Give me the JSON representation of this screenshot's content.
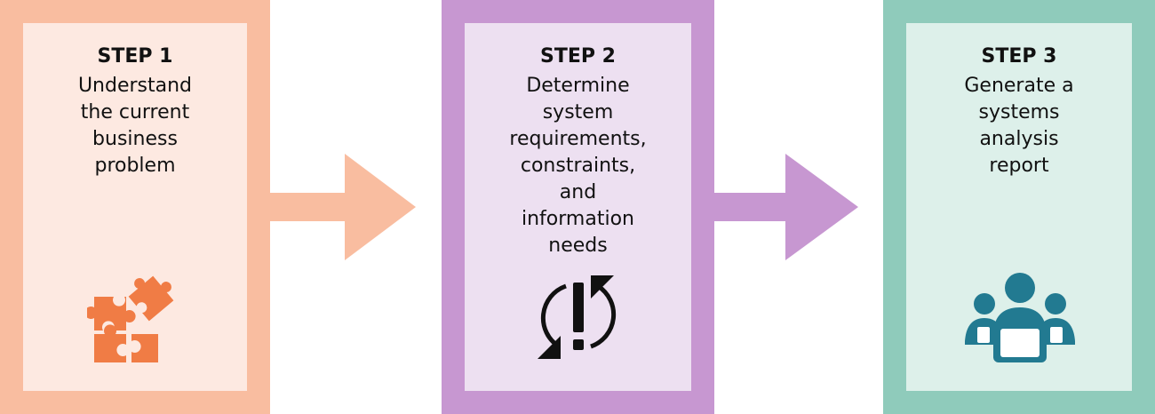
{
  "colors": {
    "step1_border": "#f9bda0",
    "step1_fill": "#fde9e1",
    "step1_icon": "#f07c45",
    "step2_border": "#c797d1",
    "step2_fill": "#ede0f1",
    "step2_icon": "#111111",
    "step3_border": "#8fcbbb",
    "step3_fill": "#ddf0ea",
    "step3_icon": "#227a91"
  },
  "steps": [
    {
      "title": "STEP 1",
      "description": "Understand\nthe current\nbusiness\nproblem",
      "icon": "puzzle-pieces-icon"
    },
    {
      "title": "STEP 2",
      "description": "Determine\nsystem\nrequirements,\nconstraints,\nand\ninformation\nneeds",
      "icon": "exclamation-cycle-icon"
    },
    {
      "title": "STEP 3",
      "description": "Generate a\nsystems\nanalysis\nreport",
      "icon": "team-meeting-icon"
    }
  ]
}
